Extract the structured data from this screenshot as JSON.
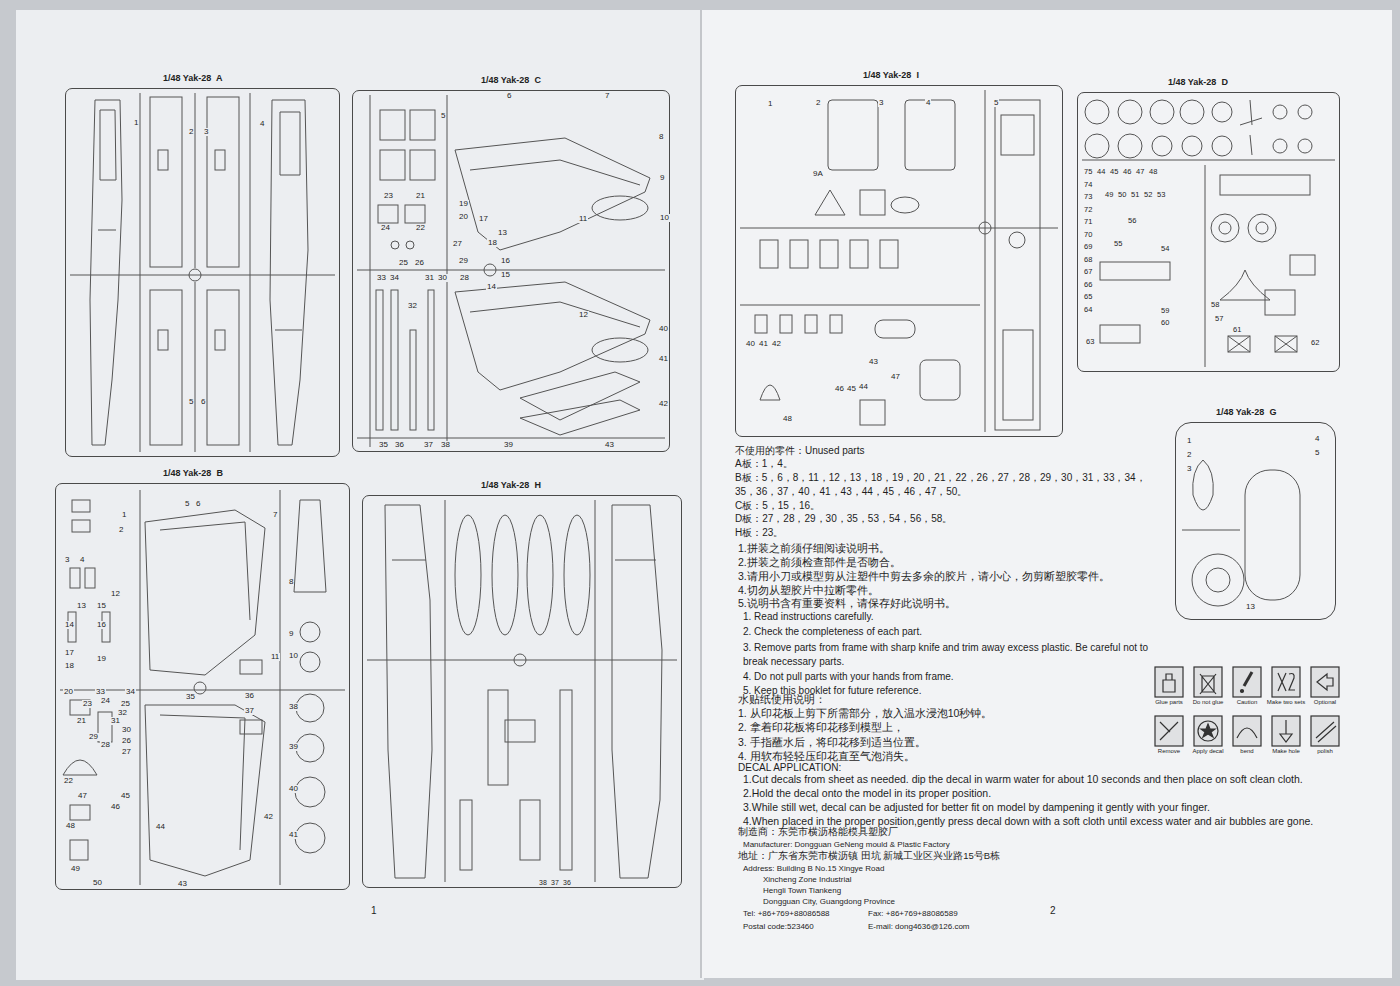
{
  "diagram": {
    "nodes": [
      {
        "text": [
          "1/48 Yak-28  A"
        ]
      },
      {
        "text": [
          "1/48 Yak-28  C"
        ]
      },
      {
        "text": [
          "1/48 Yak-28  B"
        ]
      },
      {
        "text": [
          "1/48 Yak-28  H"
        ]
      },
      {
        "text": [
          "1/48 Yak-28  I"
        ]
      },
      {
        "text": [
          "1/48 Yak-28  D"
        ]
      },
      {
        "text": [
          "1/48 Yak-28  G"
        ]
      }
    ],
    "labels": [
      "1",
      "2",
      "3",
      "4",
      "5",
      "6",
      "5",
      "6",
      "7",
      "8",
      "9",
      "10",
      "11",
      "12",
      "13",
      "14",
      "15",
      "16",
      "17",
      "18",
      "19",
      "20",
      "21",
      "22",
      "23",
      "24",
      "25",
      "26",
      "27",
      "28",
      "29",
      "30",
      "31",
      "32",
      "33",
      "34",
      "35",
      "36",
      "37",
      "38",
      "39",
      "40",
      "41",
      "42",
      "43",
      "1",
      "2",
      "3",
      "4",
      "5",
      "6",
      "7",
      "8",
      "9",
      "10",
      "11",
      "12",
      "13",
      "14",
      "15",
      "16",
      "17",
      "18",
      "19",
      "20",
      "21",
      "22",
      "23",
      "24",
      "25",
      "26",
      "27",
      "28",
      "29",
      "30",
      "31",
      "32",
      "33",
      "34",
      "35",
      "36",
      "37",
      "38",
      "39",
      "40",
      "41",
      "42",
      "43",
      "44",
      "45",
      "46",
      "47",
      "48",
      "49",
      "50",
      "38",
      "37",
      "36",
      "1",
      "1",
      "2",
      "3",
      "4",
      "5",
      "9A",
      "40",
      "41",
      "42",
      "43",
      "44",
      "45",
      "46",
      "47",
      "48",
      "75",
      "74",
      "73",
      "72",
      "71",
      "70",
      "69",
      "68",
      "67",
      "66",
      "65",
      "64",
      "63",
      "44",
      "45",
      "46",
      "47",
      "48",
      "49",
      "50",
      "51",
      "52",
      "53",
      "54",
      "55",
      "56",
      "57",
      "58",
      "59",
      "60",
      "61",
      "62",
      "1",
      "2",
      "3",
      "4",
      "5",
      "13",
      "不使用的零件：Unused parts",
      "A板：1，4。",
      "B板：5，6，8，11，12，13，18，19，20，21，22，26，27，28，29，30，31，33，34，",
      "35，36，37，40，41，43，44，45，46，47，50。",
      "C板：5，15，16。",
      "D板：27，28，29，30，35，53，54，56，58。",
      "H板：23。",
      "1.拼装之前须仔细阅读说明书。",
      "2.拼装之前须检查部件是否吻合。",
      "3.请用小刀或模型剪从注塑件中剪去多余的胶片，请小心，勿剪断塑胶零件。",
      "4.切勿从塑胶片中拉断零件。",
      "5.说明书含有重要资料，请保存好此说明书。",
      "1. Read instructions carefully.",
      "2. Check the completeness of each part.",
      "3. Remove parts from frame with sharp knife and trim away excess plastic. Be careful  not to break necessary parts.",
      "4. Do not pull parts with your hands from frame.",
      "5. Keep this booklet for future reference.",
      "水贴纸使用说明：",
      "1. 从印花板上剪下所需部分，放入温水浸泡10秒钟。",
      "2. 拿着印花板将印花移到模型上，",
      "3. 手指蘸水后，将印花移到适当位置。",
      "4. 用软布轻轻压印花直至气泡消失。",
      "DECAL APPLICATION:",
      "1.Cut decals from sheet as needed. dip the decal in warm water for about 10 seconds and then place on soft clean  cloth.",
      "2.Hold the decal onto the model in its proper position.",
      "3.While still wet, decal can be adjusted for better fit on model by dampening it gently with your finger.",
      "4.When placed in the proper position,gently press decal down with a soft cloth until excess water and air bubbles are gone.",
      "制造商：东莞市横沥格能模具塑胶厂",
      "Manufacturer: Dongguan GeNeng mould & Plastic Factory",
      "地址：广东省东莞市横沥镇 田坑 新城工业区兴业路15号B栋",
      "Address: Building B No.15 Xingye Road",
      "Xincheng Zone Industrial",
      "Hengli Town Tiankeng",
      "Dongguan City, Guangdong Province",
      "Tel: +86+769+88086588",
      "Fax: +86+769+88086589",
      "Postal code:523460",
      "E-mail: dong4636@126.com",
      "Glue parts",
      "Do not glue",
      "Caution",
      "Make two sets",
      "Optional",
      "Remove",
      "Apply decal",
      "bend",
      "Make hole",
      "polish",
      "2"
    ]
  }
}
